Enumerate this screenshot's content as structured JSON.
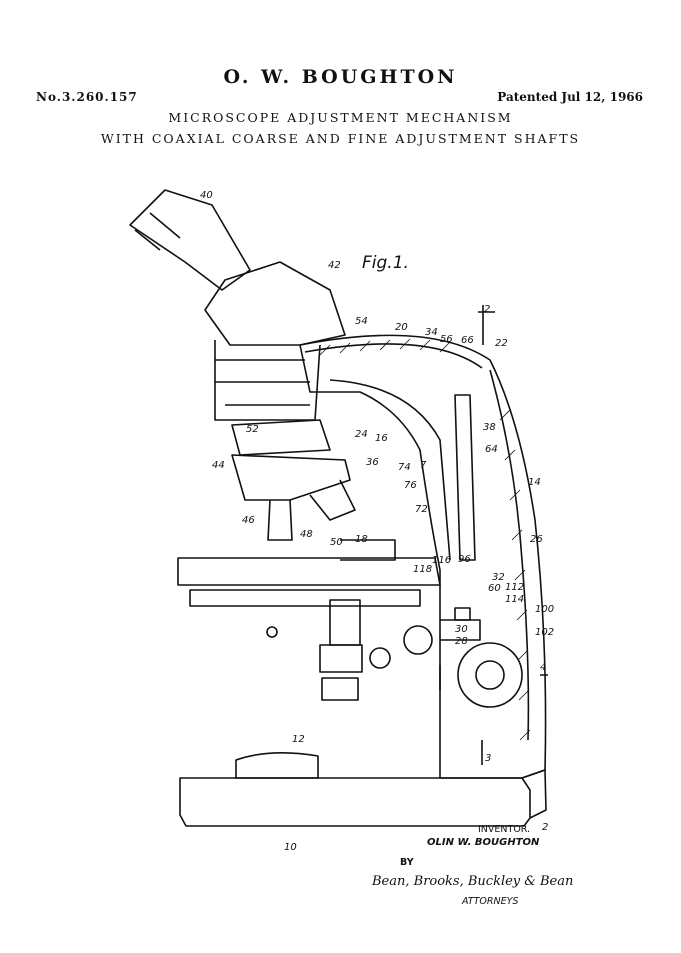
{
  "header": {
    "inventor": "O. W. BOUGHTON",
    "patent_number": "No.3.260.157",
    "patent_date": "Patented Jul 12, 1966",
    "title_line1": "MICROSCOPE ADJUSTMENT MECHANISM",
    "title_line2": "WITH COAXIAL COARSE AND FINE ADJUSTMENT SHAFTS"
  },
  "figure": {
    "label": "Fig.1.",
    "reference_numerals": [
      "40",
      "42",
      "54",
      "20",
      "34",
      "56",
      "66",
      "22",
      "2",
      "52",
      "24",
      "16",
      "38",
      "64",
      "44",
      "36",
      "74",
      "7",
      "76",
      "72",
      "14",
      "46",
      "48",
      "50",
      "18",
      "26",
      "116",
      "118",
      "96",
      "32",
      "60",
      "112",
      "114",
      "100",
      "102",
      "28",
      "30",
      "4",
      "12",
      "3",
      "10"
    ]
  },
  "footer": {
    "inventor_label": "INVENTOR.",
    "inventor_name": "OLIN W. BOUGHTON",
    "section_mark": "2",
    "by": "BY",
    "signature": "Bean, Brooks, Buckley & Bean",
    "attorneys": "ATTORNEYS"
  }
}
